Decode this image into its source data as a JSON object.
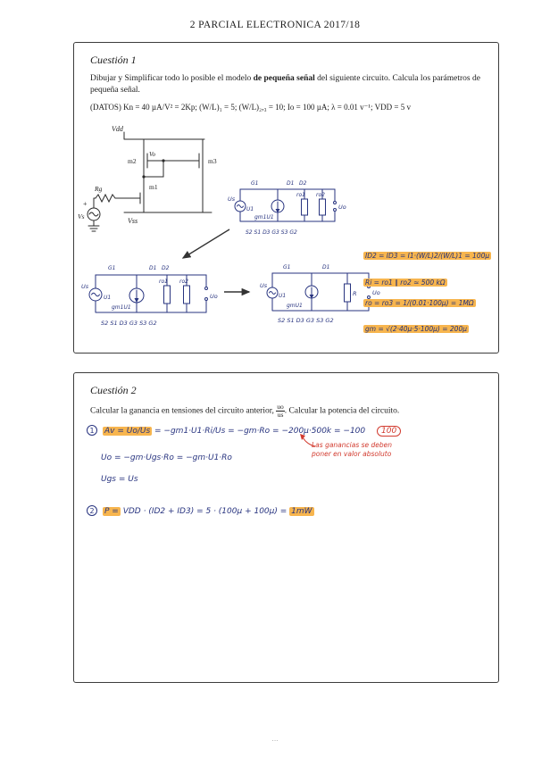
{
  "page": {
    "header": "2 PARCIAL ELECTRONICA 2017/18",
    "footer": "···"
  },
  "q1": {
    "title": "Cuestión 1",
    "body_pre": "Dibujar y Simplificar todo lo posible el modelo ",
    "body_bold": "de pequeña señal",
    "body_post": " del siguiente circuito. Calcula los parámetros de pequeña señal.",
    "datos": "(DATOS) Kn = 40 µA/V² = 2Kp;  (W/L)₁ = 5;  (W/L)₂,₃ = 10;  Io = 100 µA;  λ = 0.01 v⁻¹;  VDD = 5 v",
    "circuit": {
      "vdd": "Vdd",
      "m2": "m2",
      "m3": "m3",
      "m1": "m1",
      "vo": "Vo",
      "rg": "Rg",
      "vs": "Vs",
      "plus": "+",
      "vss": "Vss"
    },
    "ss_mid": {
      "src": "Us",
      "u1": "U1",
      "g1": "G1",
      "d1": "D1",
      "d2": "D2",
      "dep": "gm1U1",
      "r1": "ro1",
      "r2": "ro2",
      "out": "Uo",
      "bottom": "S2 S1 D3 G3 S3 G2"
    },
    "ss_left": {
      "src": "Us",
      "u1": "U1",
      "g1": "G1",
      "d1": "D1",
      "d2": "D2",
      "dep": "gm1U1",
      "r1": "ro1",
      "r2": "ro2",
      "out": "Uo",
      "bottom": "S2 S1 D3 G3 S3 G2"
    },
    "ss_right": {
      "src": "Us",
      "u1": "U1",
      "g1": "G1",
      "d1": "D1",
      "dep": "gmU1",
      "r1": "R",
      "out": "Uo",
      "bottom": "S2 S1 D3 G3 S3 G2"
    },
    "annotations": [
      "ID2 = ID3 = I1·(W/L)2/(W/L)1 = 100µ",
      "Ri = ro1 ∥ ro2 ≃ 500 kΩ",
      "ro = ro3 = 1/(0.01·100µ) = 1MΩ",
      "gm = √(2·40µ·5·100µ) = 200µ"
    ]
  },
  "q2": {
    "title": "Cuestión 2",
    "body_pre": "Calcular la ganancia en tensiones del circuito anterior, ",
    "frac_top": "uo",
    "frac_bot": "us",
    "body_post": ". Calcular la potencia del circuito.",
    "work": {
      "step1": "1",
      "av_hl": "Av = Uo/Us",
      "av_rest": "= −gm1·U1·Ri/Us = −gm·Ro = −200µ·500k = −100",
      "circled": "100",
      "note1": "Las ganancias se deben",
      "note2": "poner en valor absoluto",
      "line2": "Uo = −gm·Ugs·Ro = −gm·U1·Ro",
      "line3": "Ugs = Us",
      "step2": "2",
      "p_hl": "P =",
      "p_body": "VDD · (ID2 + ID3) = 5 · (100µ + 100µ) =",
      "p_result": "1mW"
    }
  }
}
